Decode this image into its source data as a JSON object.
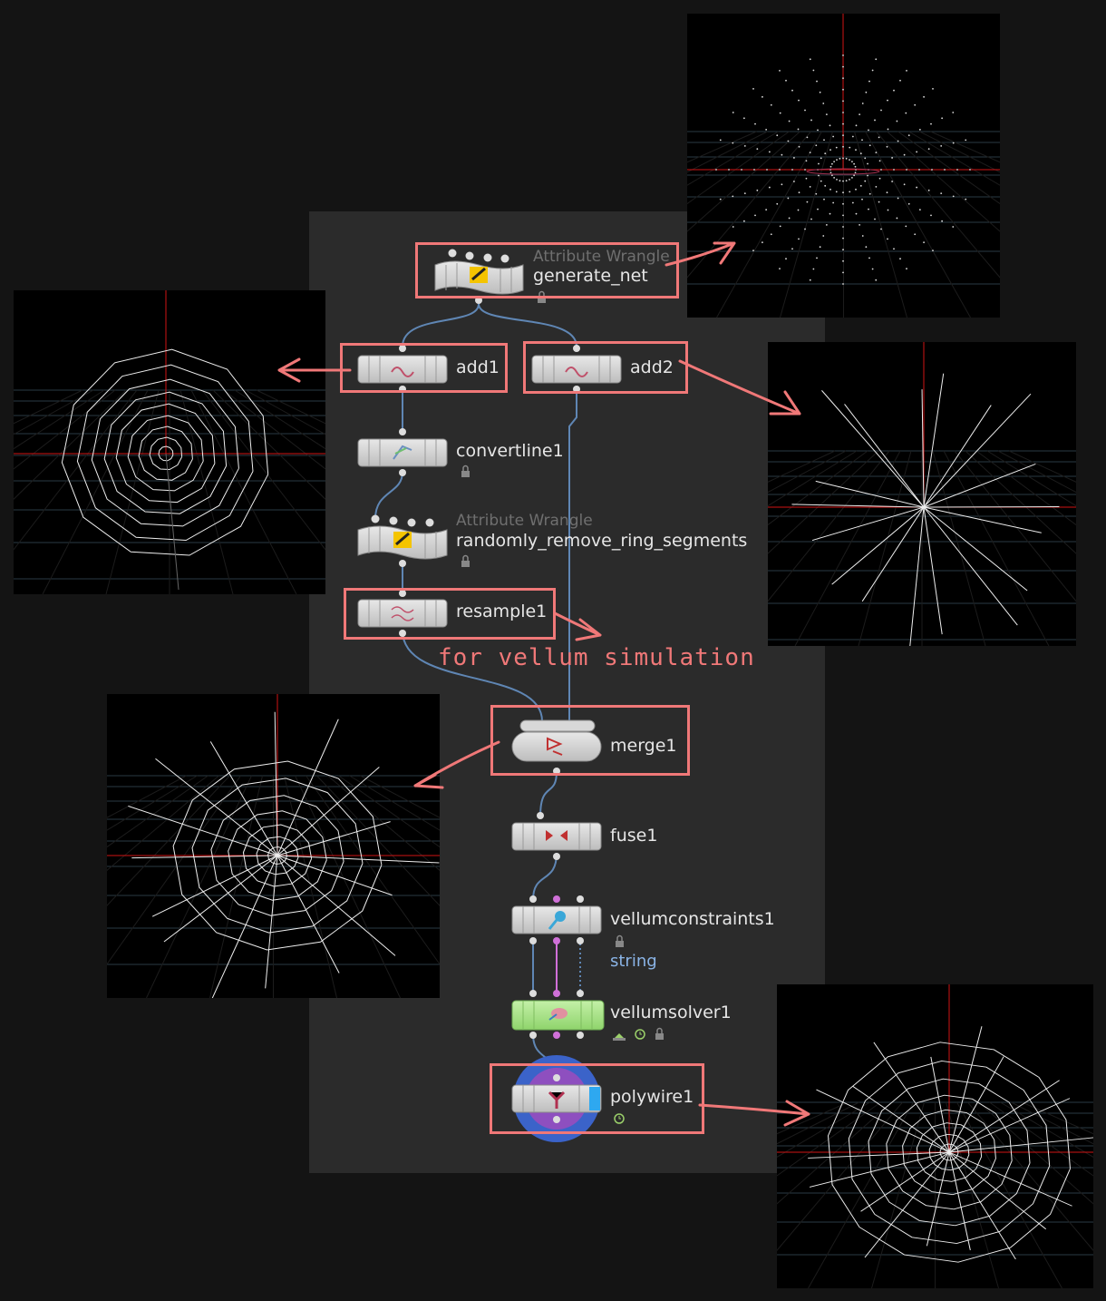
{
  "nodes": {
    "generate_net": {
      "type_label": "Attribute Wrangle",
      "name": "generate_net"
    },
    "add1": {
      "name": "add1"
    },
    "add2": {
      "name": "add2"
    },
    "convertline1": {
      "name": "convertline1"
    },
    "randomly_remove_ring_segments": {
      "type_label": "Attribute Wrangle",
      "name": "randomly_remove_ring_segments"
    },
    "resample1": {
      "name": "resample1"
    },
    "merge1": {
      "name": "merge1"
    },
    "fuse1": {
      "name": "fuse1"
    },
    "vellumconstraints1": {
      "name": "vellumconstraints1",
      "tag": "string"
    },
    "vellumsolver1": {
      "name": "vellumsolver1"
    },
    "polywire1": {
      "name": "polywire1"
    }
  },
  "annotation": {
    "text": "for vellum simulation"
  },
  "colors": {
    "highlight": "#f07878",
    "wire": "#5f86b4",
    "node_fill": "#cfcfcf",
    "solver_fill": "#a6e08a",
    "polywire_ring": "#3b63c9",
    "polywire_inner": "#8e4fbf",
    "axis_red": "#d01515",
    "tag_blue": "#8ab4e6"
  },
  "icons": {
    "wrangle": "wrangle-icon",
    "add": "add-curve-icon",
    "convertline": "convertline-icon",
    "resample": "resample-icon",
    "merge": "merge-icon",
    "fuse": "fuse-icon",
    "vellumconstraints": "pin-icon",
    "vellumsolver": "solver-icon",
    "polywire": "polywire-icon",
    "lock": "lock-icon",
    "clock": "clock-icon"
  }
}
